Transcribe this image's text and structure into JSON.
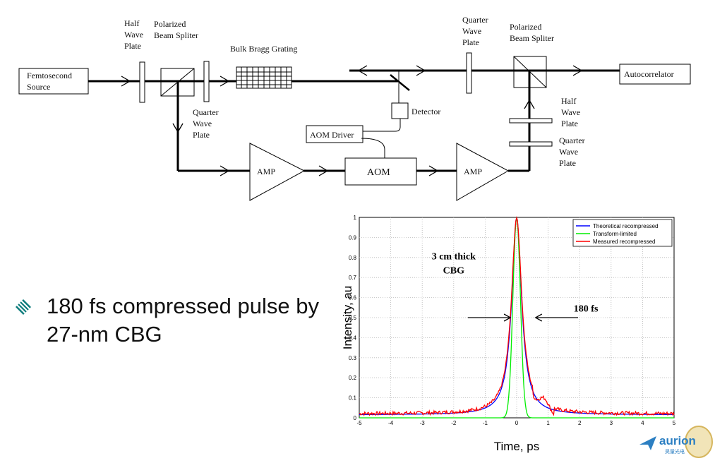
{
  "diagram": {
    "femto_source": [
      "Femtosecond",
      "Source"
    ],
    "hwp1": [
      "Half",
      "Wave",
      "Plate"
    ],
    "pbs1": [
      "Polarized",
      "Beam Spliter"
    ],
    "bragg": "Bulk Bragg Grating",
    "qwp_top": [
      "Quarter",
      "Wave",
      "Plate"
    ],
    "pbs2": [
      "Polarized",
      "Beam Spliter"
    ],
    "autocorrelator": "Autocorrelator",
    "qwp_left": [
      "Quarter",
      "Wave",
      "Plate"
    ],
    "detector": "Detector",
    "aom_driver": "AOM Driver",
    "aom": "AOM",
    "amp1": "AMP",
    "amp2": "AMP",
    "hwp_right": [
      "Half",
      "Wave",
      "Plate"
    ],
    "qwp_right": [
      "Quarter",
      "Wave",
      "Plate"
    ]
  },
  "bullet": {
    "text": "180 fs compressed pulse by 27-nm CBG",
    "icon": "diamond-stripes-icon",
    "icon_color": "#0f7d7d"
  },
  "chart_data": {
    "type": "line",
    "xlabel": "Time, ps",
    "ylabel": "Intensity, au",
    "xlim": [
      -5,
      5
    ],
    "ylim": [
      0,
      1
    ],
    "xticks": [
      -5,
      -4,
      -3,
      -2,
      -1,
      0,
      1,
      2,
      3,
      4,
      5
    ],
    "yticks": [
      0,
      0.1,
      0.2,
      0.3,
      0.4,
      0.5,
      0.6,
      0.7,
      0.8,
      0.9,
      1
    ],
    "grid": true,
    "legend_position": "top-right",
    "series": [
      {
        "name": "Theoretical recompressed",
        "color": "#0000ff",
        "shape": "lorentzian",
        "fwhm_ps": 0.38,
        "baseline": 0.015
      },
      {
        "name": "Transform-limited",
        "color": "#00ee00",
        "shape": "gaussian",
        "fwhm_ps": 0.28,
        "baseline": 0.0
      },
      {
        "name": "Measured recompressed",
        "color": "#ff0000",
        "shape": "lorentzian-noisy",
        "fwhm_ps": 0.4,
        "baseline": 0.02
      }
    ],
    "annotations": [
      {
        "text": "3 cm thick",
        "x": -2.0,
        "y": 0.79
      },
      {
        "text": "CBG",
        "x": -2.0,
        "y": 0.72
      },
      {
        "text": "180 fs",
        "x": 2.2,
        "y": 0.53
      }
    ]
  },
  "logo": {
    "name": "aurion",
    "sub": "昊量光电",
    "color": "#2c7fc2"
  }
}
